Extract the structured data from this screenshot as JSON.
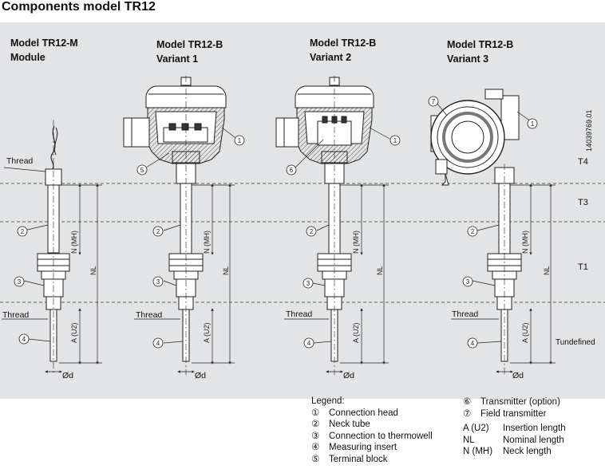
{
  "title": "Components model TR12",
  "doc_number": "14039769.01",
  "models": [
    {
      "line1": "Model TR12-M",
      "line2": "Module"
    },
    {
      "line1": "Model TR12-B",
      "line2": "Variant 1"
    },
    {
      "line1": "Model TR12-B",
      "line2": "Variant 2"
    },
    {
      "line1": "Model TR12-B",
      "line2": "Variant 3"
    }
  ],
  "zones": {
    "t4": "T4",
    "t3": "T3",
    "t1": "T1",
    "t_undefined": "Tundefined"
  },
  "labels": {
    "thread": "Thread",
    "n_mh": "N (MH)",
    "a_u2": "A (U2)",
    "nl": "NL",
    "phi_d": "Ød"
  },
  "legend": {
    "heading": "Legend:",
    "items": [
      {
        "sym": "①",
        "text": "Connection head"
      },
      {
        "sym": "②",
        "text": "Neck tube"
      },
      {
        "sym": "③",
        "text": "Connection to thermowell"
      },
      {
        "sym": "④",
        "text": "Measuring insert"
      },
      {
        "sym": "⑤",
        "text": "Terminal block"
      }
    ],
    "items_right": [
      {
        "sym": "⑥",
        "text": "Transmitter (option)"
      },
      {
        "sym": "⑦",
        "text": "Field transmitter"
      }
    ],
    "abbreviations": [
      {
        "key": "A (U2)",
        "text": "Insertion length"
      },
      {
        "key": "NL",
        "text": "Nominal length"
      },
      {
        "key": "N (MH)",
        "text": "Neck length"
      }
    ]
  },
  "callouts": {
    "c1": "1",
    "c2": "2",
    "c3": "3",
    "c4": "4",
    "c5": "5",
    "c6": "6",
    "c7": "7"
  },
  "colors": {
    "panel": "#e3e4e6",
    "line": "#222222",
    "hatch": "#555555"
  }
}
